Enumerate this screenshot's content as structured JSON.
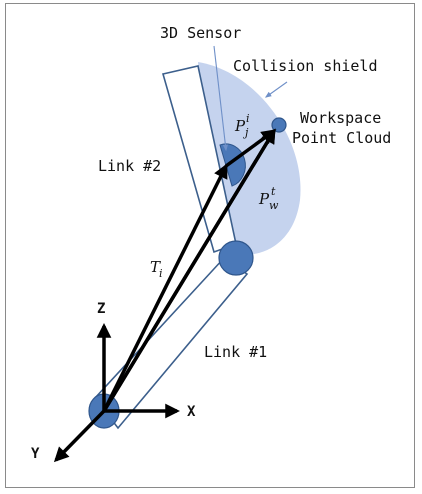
{
  "labels": {
    "sensor": "3D Sensor",
    "shield": "Collision shield",
    "workspace_line1": "Workspace",
    "workspace_line2": "Point Cloud",
    "link2": "Link #2",
    "link1": "Link #1",
    "axis_z": "Z",
    "axis_x": "X",
    "axis_y": "Y"
  },
  "symbols": {
    "pj": {
      "base": "P",
      "sub": "j",
      "sup": "i"
    },
    "pw": {
      "base": "P",
      "sub": "w",
      "sup": "t"
    },
    "ti": {
      "base": "T",
      "sub": "i"
    }
  },
  "colors": {
    "shield_fill": "#c5d3ee",
    "joint_fill": "#4a78b8",
    "joint_stroke": "#2f568c",
    "link_stroke": "#3c5f8c",
    "arrow": "#000000",
    "pointer": "#6f90c8"
  }
}
